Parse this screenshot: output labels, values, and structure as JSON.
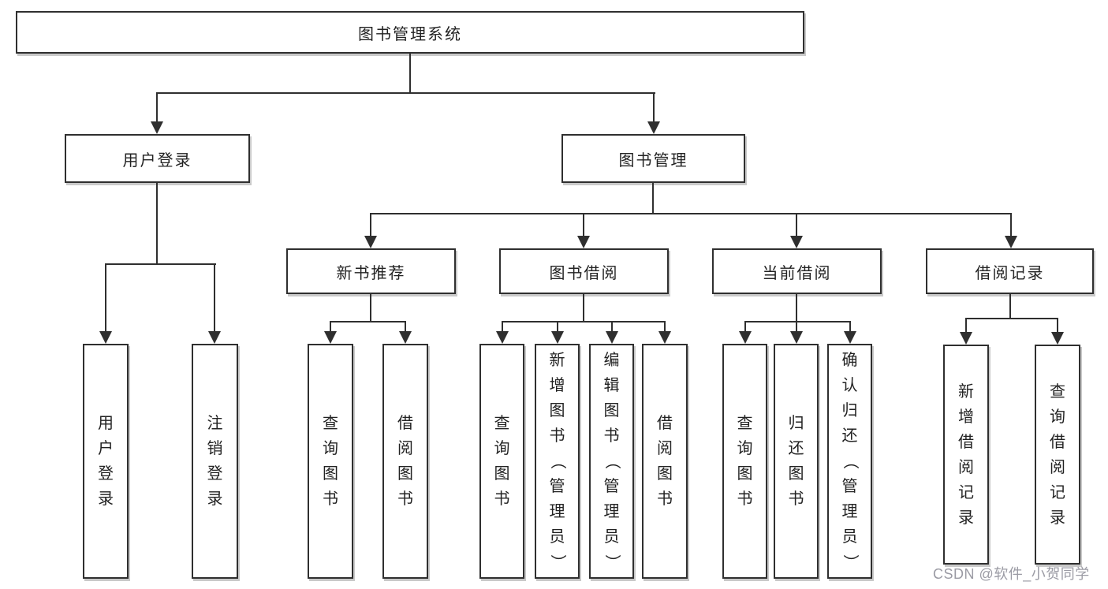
{
  "tree": {
    "root": "图书管理系统",
    "children": [
      {
        "label": "用户登录",
        "children": [
          "用户登录",
          "注销登录"
        ]
      },
      {
        "label": "图书管理",
        "children": [
          {
            "label": "新书推荐",
            "children": [
              "查询图书",
              "借阅图书"
            ]
          },
          {
            "label": "图书借阅",
            "children": [
              "查询图书",
              "新增图书（管理员）",
              "编辑图书（管理员）",
              "借阅图书"
            ]
          },
          {
            "label": "当前借阅",
            "children": [
              "查询图书",
              "归还图书",
              "确认归还（管理员）"
            ]
          },
          {
            "label": "借阅记录",
            "children": [
              "新增借阅记录",
              "查询借阅记录"
            ]
          }
        ]
      }
    ]
  },
  "watermark": {
    "text": "CSDN @软件_小贺同学"
  },
  "colors": {
    "box_border": "#2f2f2f",
    "box_fill": "#ffffff",
    "connector_line": "#2f2f2f",
    "text": "#222222",
    "watermark_text": "#92939c"
  }
}
